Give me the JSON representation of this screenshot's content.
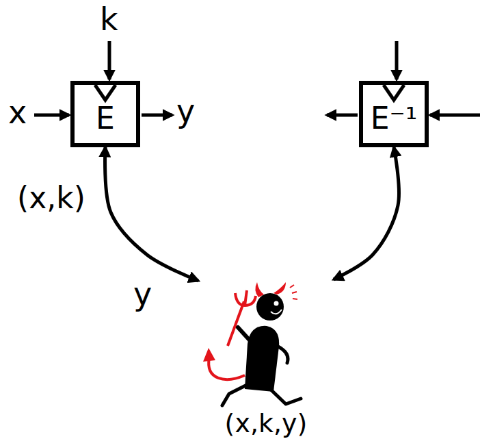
{
  "diagram": {
    "nodes": [
      {
        "text": [
          "E"
        ]
      },
      {
        "text": [
          "E⁻¹"
        ]
      },
      {
        "text": [
          "(x,k,y)"
        ]
      }
    ],
    "edges": [
      {
        "from": 2,
        "to": 0,
        "arrow": "both"
      },
      {
        "from": 2,
        "to": 1,
        "arrow": "both"
      }
    ],
    "labels": [
      "k",
      "x",
      "y",
      "(x,k)",
      "y"
    ]
  }
}
